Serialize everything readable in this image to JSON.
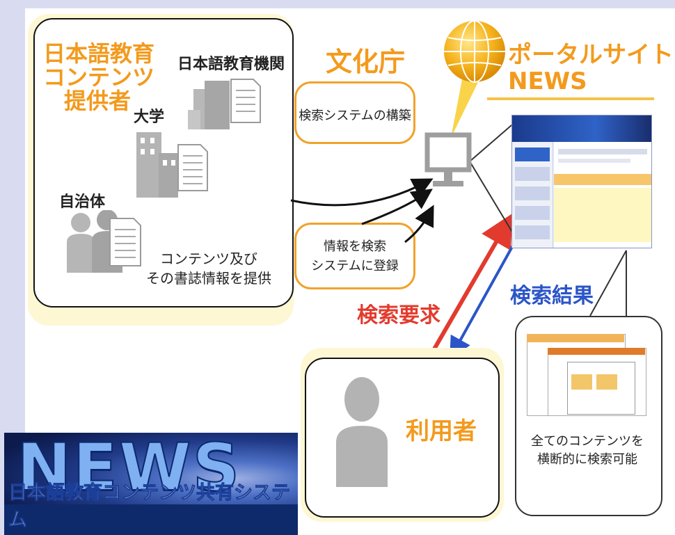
{
  "provider": {
    "title_lines": [
      "日本語教育",
      "コンテンツ",
      "提供者"
    ],
    "institution": "日本語教育機関",
    "university": "大学",
    "municipality": "自治体",
    "caption_lines": [
      "コンテンツ及び",
      "その書誌情報を提供"
    ]
  },
  "agency": {
    "title": "文化庁",
    "task1": "検索システムの構築",
    "task2_lines": [
      "情報を検索",
      "システムに登録"
    ]
  },
  "portal": {
    "line1": "ポータルサイト",
    "line2": "NEWS"
  },
  "flow": {
    "request": "検索要求",
    "result": "検索結果"
  },
  "user": {
    "label": "利用者"
  },
  "result_bubble": {
    "lines": [
      "全てのコンテンツを",
      "横断的に検索可能"
    ]
  },
  "logo": {
    "title": "NEWS",
    "subtitle": "日本語教育コンテンツ共有システム"
  },
  "colors": {
    "accent_orange": "#f39a1d",
    "request_red": "#e23b2e",
    "result_blue": "#2b55c8",
    "background": "#d9dcf1"
  }
}
